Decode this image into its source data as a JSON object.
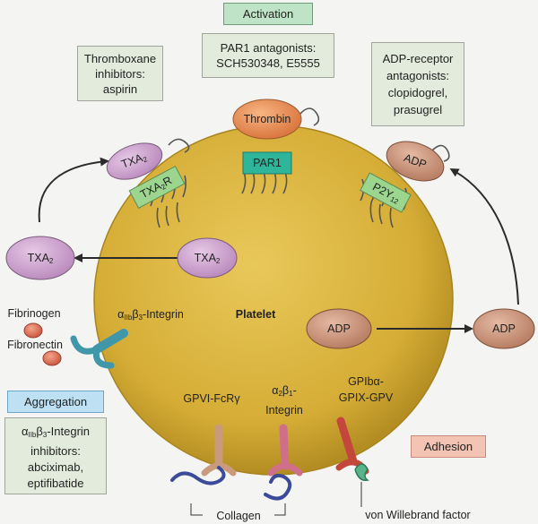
{
  "boxes": {
    "activation": "Activation",
    "par1_antagonists": [
      "PAR1 antagonists:",
      "SCH530348, E5555"
    ],
    "thromboxane_inhibitors": [
      "Thromboxane",
      "inhibitors:",
      "aspirin"
    ],
    "adp_receptor_antagonists": [
      "ADP-receptor",
      "antagonists:",
      "clopidogrel,",
      "prasugrel"
    ],
    "aggregation": "Aggregation",
    "integrin_inhibitors": [
      "inhibitors:",
      "abciximab,",
      "eptifibatide"
    ],
    "adhesion": "Adhesion"
  },
  "molecules": {
    "thrombin": "Thrombin",
    "par1": "PAR1",
    "txa": "TXA",
    "adp": "ADP",
    "p2y": "P2Y",
    "p2y_sub": "12"
  },
  "labels": {
    "platelet": "Platelet",
    "fibrinogen": "Fibrinogen",
    "fibronectin": "Fibronectin",
    "integrin_suffix": "-Integrin",
    "gpvi": "GPVI-FcRγ",
    "a2b1_line2": "Integrin",
    "gpib_line1": "GPIbα-",
    "gpib_line2": "GPIX-GPV",
    "collagen": "Collagen",
    "vwf": "von Willebrand factor"
  },
  "colors": {
    "platelet": "#d9b33c",
    "txa": "#cda2cf",
    "adp": "#c88e74",
    "thrombin": "#ee8f4f",
    "par1_receptor": "#2fb59a",
    "green_receptor": "#9bd58e"
  }
}
